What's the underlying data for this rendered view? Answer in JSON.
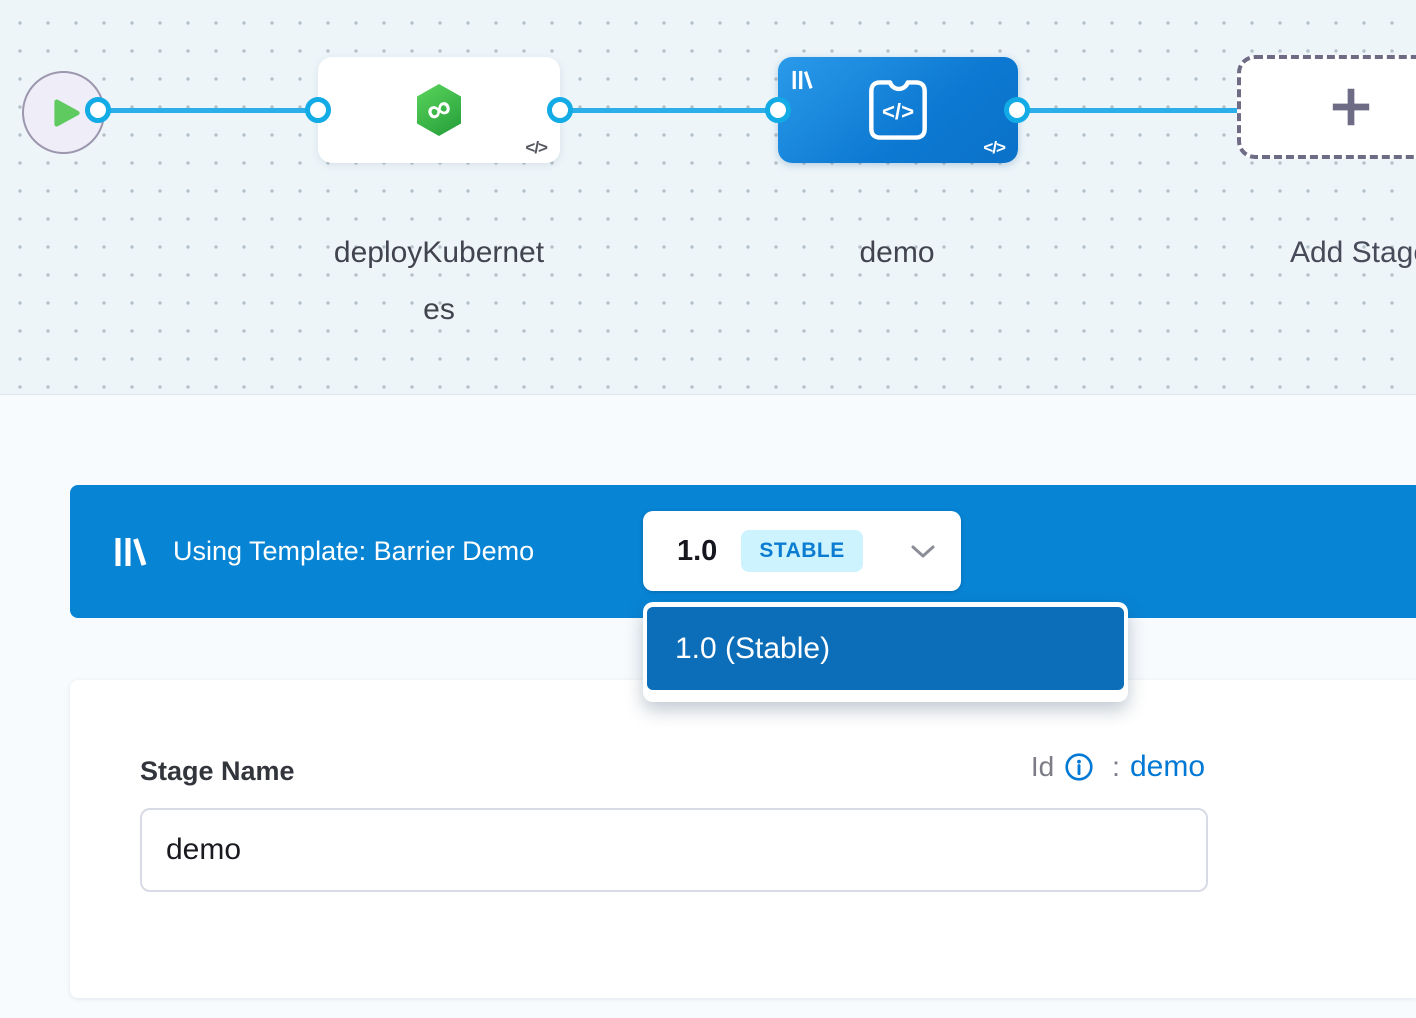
{
  "canvas": {
    "code_glyph": "</>",
    "stage1": {
      "label": "deployKubernetes",
      "icon": "harness-cd-hexagon-icon"
    },
    "stage2": {
      "label": "demo",
      "icon": "custom-stage-icon"
    },
    "add_stage": {
      "label": "Add Stage"
    }
  },
  "banner": {
    "title": "Using Template: Barrier Demo",
    "version": "1.0",
    "version_badge": "STABLE"
  },
  "dropdown": {
    "selected_option": "1.0 (Stable)"
  },
  "form": {
    "stage_name_label": "Stage Name",
    "id_label": "Id",
    "id_separator": ":",
    "id_value": "demo",
    "stage_name_value": "demo"
  },
  "colors": {
    "banner_blue": "#0884d5",
    "node_blue": "#0d79d2",
    "dropdown_blue": "#0c6db8",
    "edge_blue": "#2cafe8",
    "badge_bg": "#cdf3fe",
    "badge_text": "#0b7cd1",
    "link_blue": "#0278d5",
    "hex_green": "#3cbb4b",
    "play_green": "#5fca60"
  }
}
